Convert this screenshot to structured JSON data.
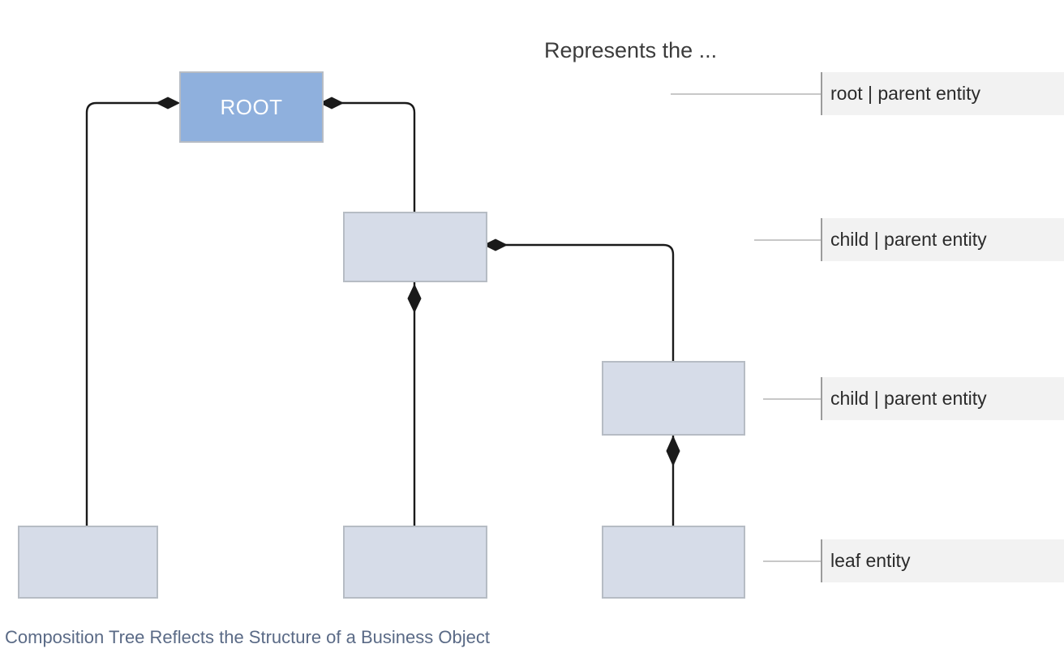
{
  "diagram": {
    "caption": "Composition Tree Reflects the Structure of a Business Object",
    "nodes": {
      "root": {
        "label": "ROOT"
      },
      "mid": {
        "label": ""
      },
      "right_mid": {
        "label": ""
      },
      "leaf_left": {
        "label": ""
      },
      "leaf_mid": {
        "label": ""
      },
      "leaf_right": {
        "label": ""
      }
    },
    "colors": {
      "root_fill": "#8fb0dd",
      "node_fill": "#d6dce8",
      "node_border": "#b6bcc4",
      "connector": "#1a1a1a",
      "legend_fill": "#f2f2f2",
      "legend_border": "#9b9b9b",
      "leader": "#c8c8c8",
      "caption_text": "#5a6a86"
    }
  },
  "legend": {
    "heading": "Represents the ...",
    "rows": [
      {
        "text": "root | parent entity"
      },
      {
        "text": "child | parent entity"
      },
      {
        "text": "child | parent entity"
      },
      {
        "text": "leaf entity"
      }
    ]
  }
}
